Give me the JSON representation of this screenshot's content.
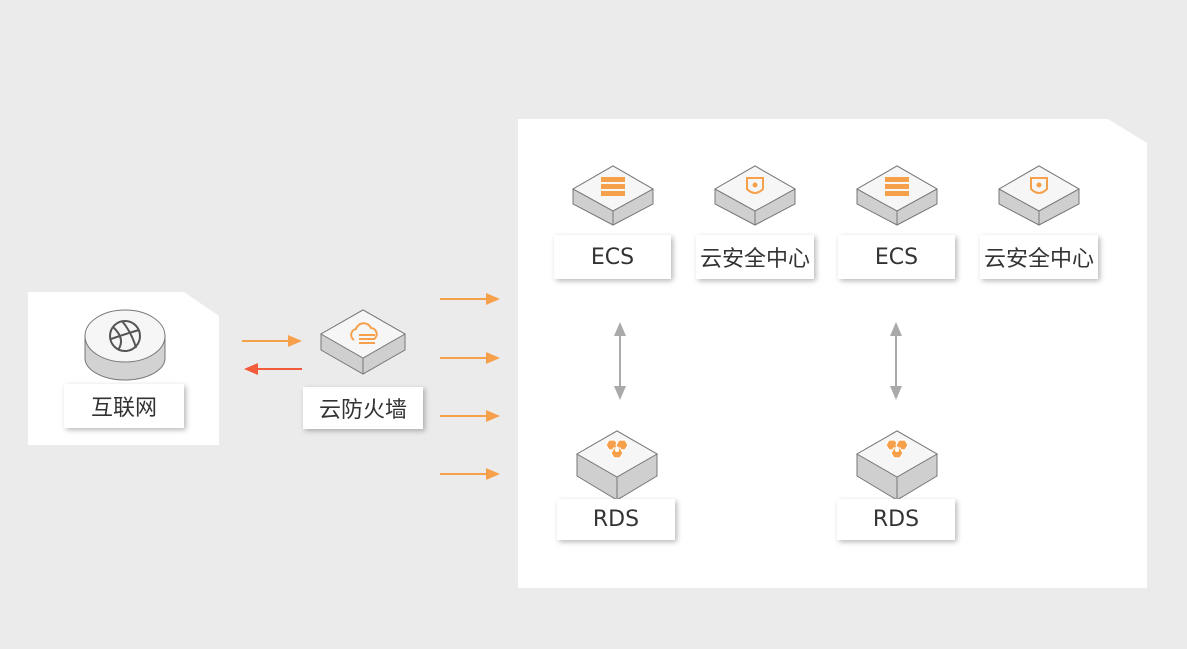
{
  "colors": {
    "background": "#ebebeb",
    "panel": "#ffffff",
    "accent_orange": "#f7a04b",
    "return_arrow": "#f25c3b",
    "link_gray": "#aaaaaa"
  },
  "internet": {
    "label": "互联网",
    "icon": "globe-icon"
  },
  "firewall": {
    "label": "云防火墙",
    "icon": "cloud-firewall-icon"
  },
  "vpc": {
    "groups": [
      {
        "ecs": {
          "label": "ECS",
          "icon": "server-icon"
        },
        "security": {
          "label": "云安全中心",
          "icon": "shield-icon"
        },
        "rds": {
          "label": "RDS",
          "icon": "database-icon"
        }
      },
      {
        "ecs": {
          "label": "ECS",
          "icon": "server-icon"
        },
        "security": {
          "label": "云安全中心",
          "icon": "shield-icon"
        },
        "rds": {
          "label": "RDS",
          "icon": "database-icon"
        }
      }
    ]
  }
}
